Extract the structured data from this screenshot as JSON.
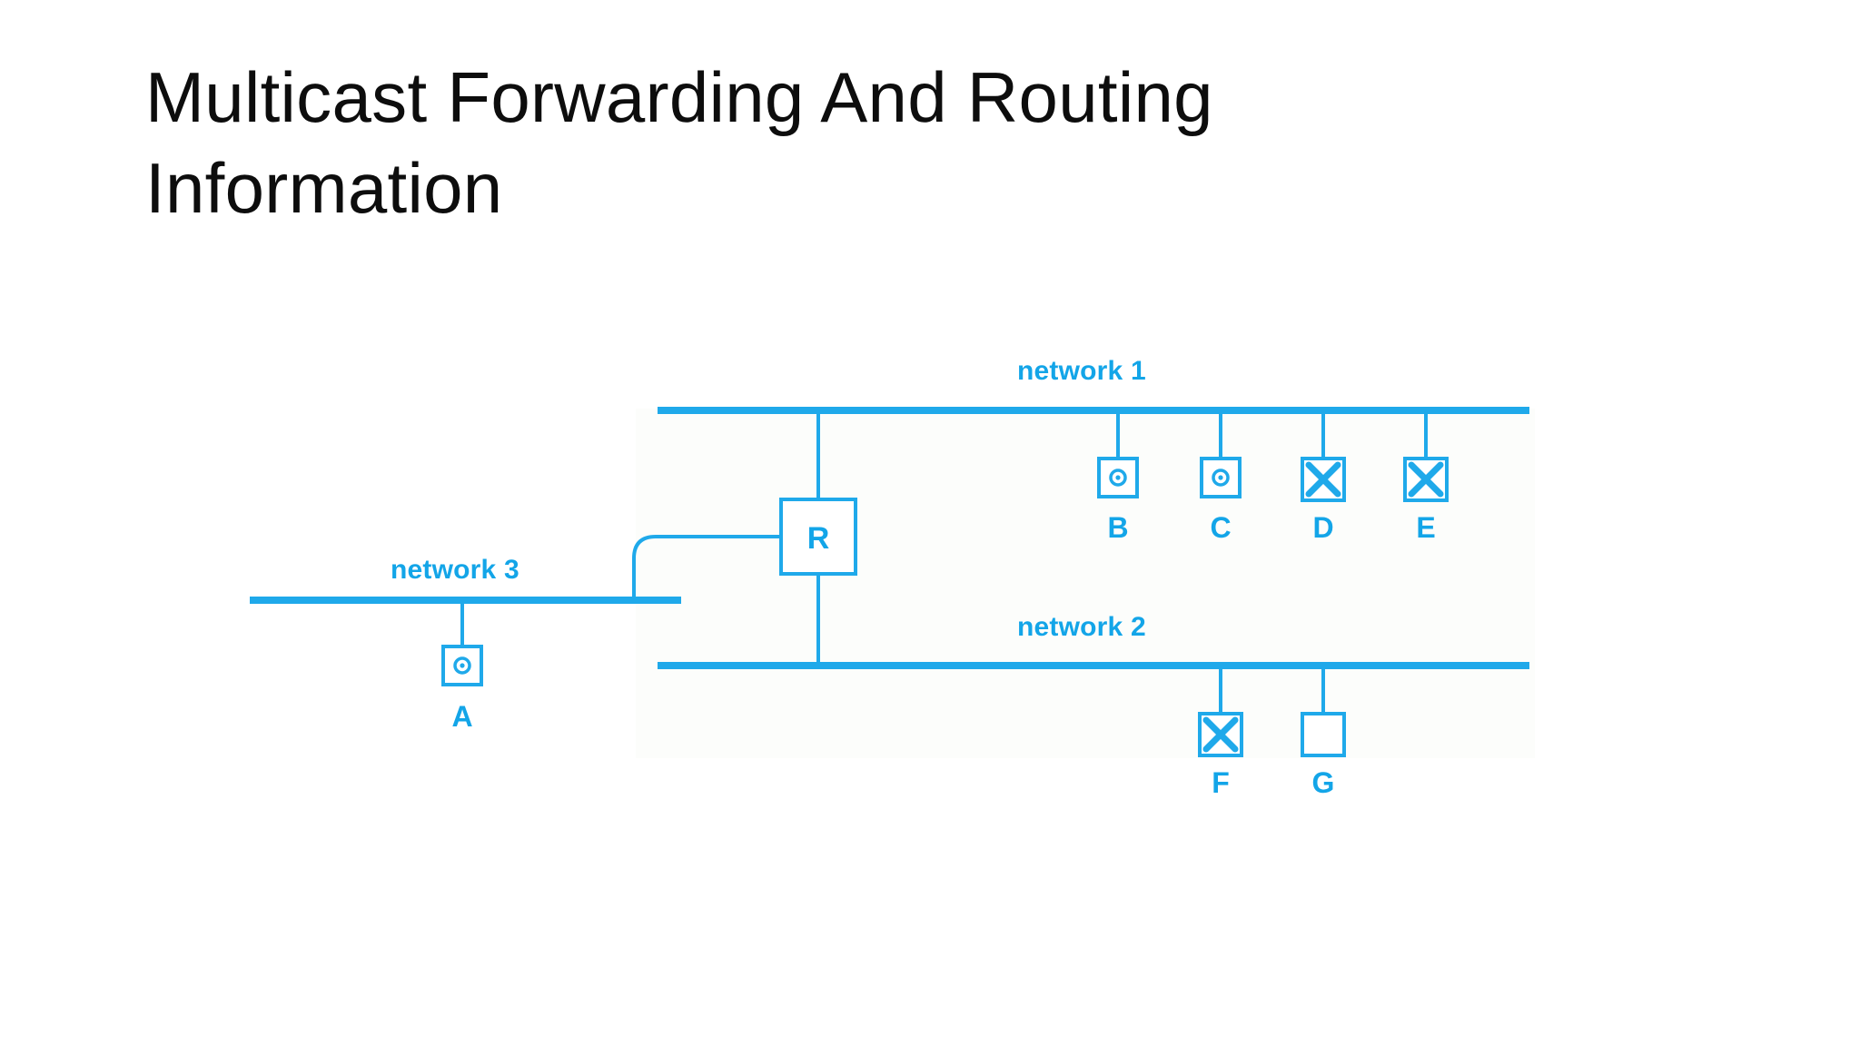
{
  "slide": {
    "title": "Multicast Forwarding And Routing\nInformation",
    "title_color": "#0d0d0d",
    "background_color": "#ffffff"
  },
  "diagram": {
    "accent_color": "#13a5e8",
    "line_color": "#1fa9ea",
    "networks": [
      {
        "id": "network-1",
        "label": "network 1"
      },
      {
        "id": "network-2",
        "label": "network 2"
      },
      {
        "id": "network-3",
        "label": "network 3"
      }
    ],
    "router": {
      "id": "router-r",
      "label": "R",
      "connects": [
        "network 1",
        "network 2",
        "network 3"
      ]
    },
    "hosts": [
      {
        "id": "host-a",
        "label": "A",
        "network": "network 3",
        "icon": "member-dot-icon",
        "state": "member"
      },
      {
        "id": "host-b",
        "label": "B",
        "network": "network 1",
        "icon": "member-dot-icon",
        "state": "member"
      },
      {
        "id": "host-c",
        "label": "C",
        "network": "network 1",
        "icon": "member-dot-icon",
        "state": "member"
      },
      {
        "id": "host-d",
        "label": "D",
        "network": "network 1",
        "icon": "cross-x-icon",
        "state": "non-member"
      },
      {
        "id": "host-e",
        "label": "E",
        "network": "network 1",
        "icon": "cross-x-icon",
        "state": "non-member"
      },
      {
        "id": "host-f",
        "label": "F",
        "network": "network 2",
        "icon": "cross-x-icon",
        "state": "non-member"
      },
      {
        "id": "host-g",
        "label": "G",
        "network": "network 2",
        "icon": "empty-icon",
        "state": "unknown"
      }
    ]
  }
}
